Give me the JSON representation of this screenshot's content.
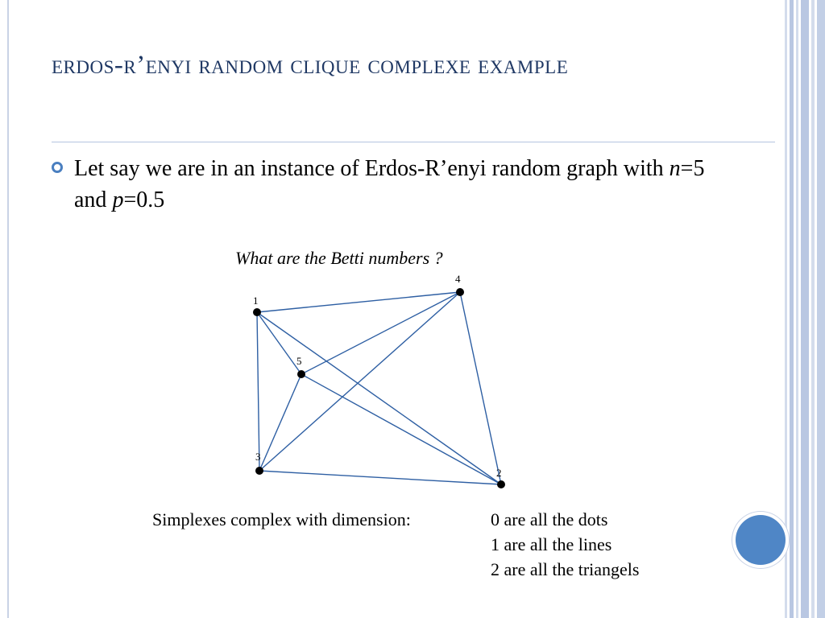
{
  "slide": {
    "title": "Erdos-R’enyi random clique complexe example",
    "bullet": {
      "prefix": "Let say we are in an instance of Erdos-R’enyi random graph with ",
      "n_var": "n",
      "n_eq": "=5 and ",
      "p_var": "p",
      "p_eq": "=0.5"
    },
    "caption": "What are the Betti numbers ?",
    "simplex": {
      "lead": "Simplexes complex with dimension:",
      "items": [
        "0 are all the dots",
        "1 are all the lines",
        "2 are all the triangels"
      ]
    }
  },
  "graph": {
    "nodes": [
      {
        "id": "1",
        "label": "1"
      },
      {
        "id": "2",
        "label": "2"
      },
      {
        "id": "3",
        "label": "3"
      },
      {
        "id": "4",
        "label": "4"
      },
      {
        "id": "5",
        "label": "5"
      }
    ],
    "edges": [
      [
        "1",
        "4"
      ],
      [
        "1",
        "3"
      ],
      [
        "1",
        "5"
      ],
      [
        "1",
        "2"
      ],
      [
        "4",
        "2"
      ],
      [
        "4",
        "5"
      ],
      [
        "4",
        "3"
      ],
      [
        "5",
        "3"
      ],
      [
        "5",
        "2"
      ],
      [
        "3",
        "2"
      ]
    ],
    "edge_color": "#2e5fa3",
    "node_color": "#000000"
  },
  "colors": {
    "title": "#1f3864",
    "bullet": "#4a7fc0",
    "accent_circle": "#4f86c6"
  }
}
